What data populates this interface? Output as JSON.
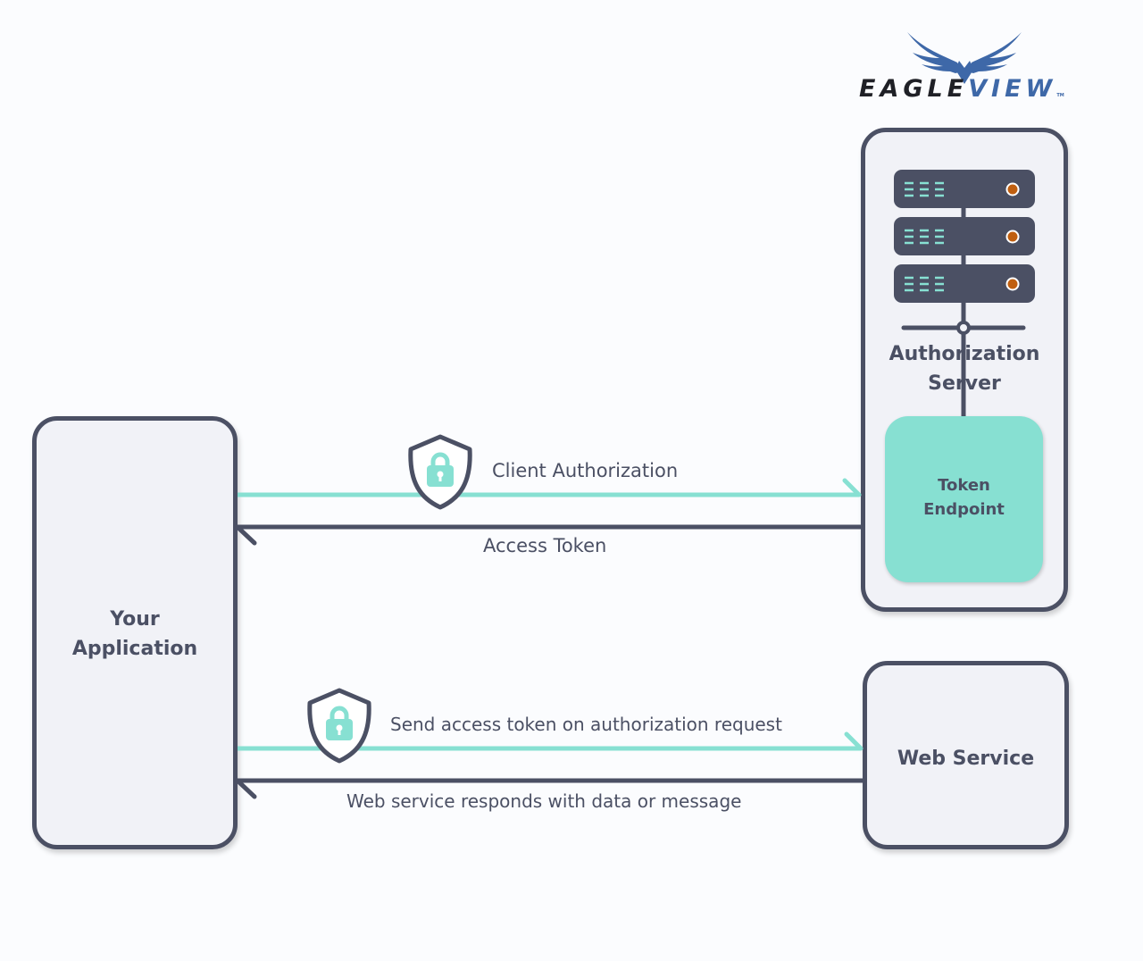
{
  "logo": {
    "brand_dark": "EAGLE",
    "brand_blue": "VIEW",
    "trademark": "TM",
    "icon": "eagle-wings-icon"
  },
  "nodes": {
    "your_application": {
      "line1": "Your",
      "line2": "Application"
    },
    "authorization_server": {
      "line1": "Authorization",
      "line2": "Server",
      "icon": "server-rack-icon",
      "token_endpoint": {
        "line1": "Token",
        "line2": "Endpoint"
      }
    },
    "web_service": {
      "label": "Web Service"
    }
  },
  "flows": [
    {
      "label": "Client Authorization",
      "direction": "to-authorization-server",
      "secured": true,
      "icon": "shield-lock-icon"
    },
    {
      "label": "Access Token",
      "direction": "to-your-application",
      "secured": false
    },
    {
      "label": "Send access token on authorization request",
      "direction": "to-web-service",
      "secured": true,
      "icon": "shield-lock-icon"
    },
    {
      "label": "Web service responds with data or message",
      "direction": "to-your-application",
      "secured": false
    }
  ],
  "colors": {
    "outline": "#4b5064",
    "accent_teal": "#87e0d2",
    "box_fill": "#f1f2f7",
    "brand_blue": "#3e68a8",
    "led_orange": "#c05f10"
  }
}
